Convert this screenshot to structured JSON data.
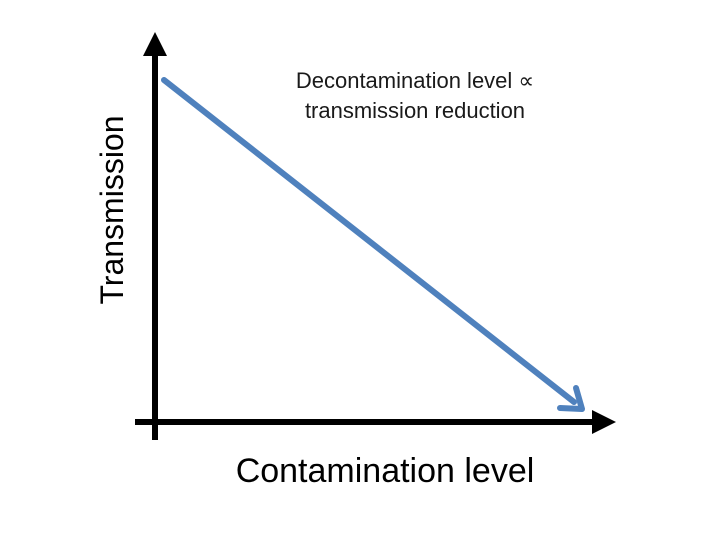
{
  "diagram": {
    "y_axis_label": "Transmission",
    "x_axis_label": "Contamination level",
    "annotation_line1": "Decontamination level ∝",
    "annotation_line2": "transmission reduction",
    "trend": "decreasing",
    "colors": {
      "axis": "#000000",
      "trend_line": "#4f81bd",
      "background": "#ffffff"
    }
  }
}
